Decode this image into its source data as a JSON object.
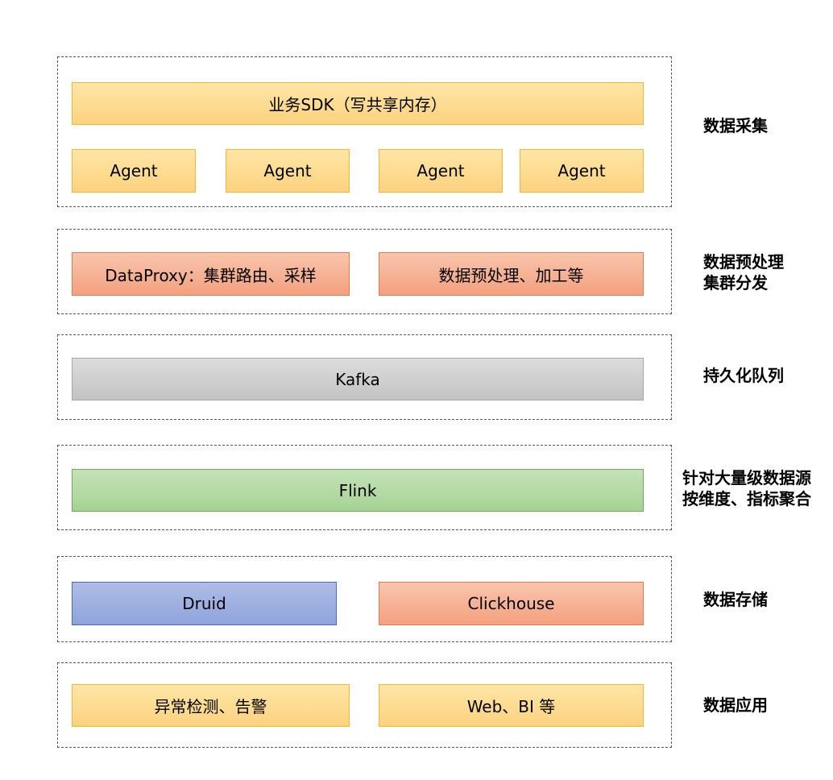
{
  "layers": {
    "collection": {
      "sdk": "业务SDK（写共享内存）",
      "agents": [
        "Agent",
        "Agent",
        "Agent",
        "Agent"
      ],
      "desc": [
        "数据采集"
      ]
    },
    "preprocess": {
      "dataproxy": "DataProxy：集群路由、采样",
      "processing": "数据预处理、加工等",
      "desc": [
        "数据预处理",
        "集群分发"
      ]
    },
    "queue": {
      "kafka": "Kafka",
      "desc": [
        "持久化队列"
      ]
    },
    "aggregation": {
      "flink": "Flink",
      "desc": [
        "针对大量级数据源",
        "按维度、指标聚合"
      ]
    },
    "storage": {
      "druid": "Druid",
      "clickhouse": "Clickhouse",
      "desc": [
        "数据存储"
      ]
    },
    "application": {
      "anomaly": "异常检测、告警",
      "web_bi": "Web、BI 等",
      "desc": [
        "数据应用"
      ]
    }
  },
  "colors": {
    "yellow": "#fcd27e",
    "orange": "#f3a17e",
    "gray": "#c3c3c3",
    "green": "#a5d394",
    "blue": "#8fa3db"
  }
}
